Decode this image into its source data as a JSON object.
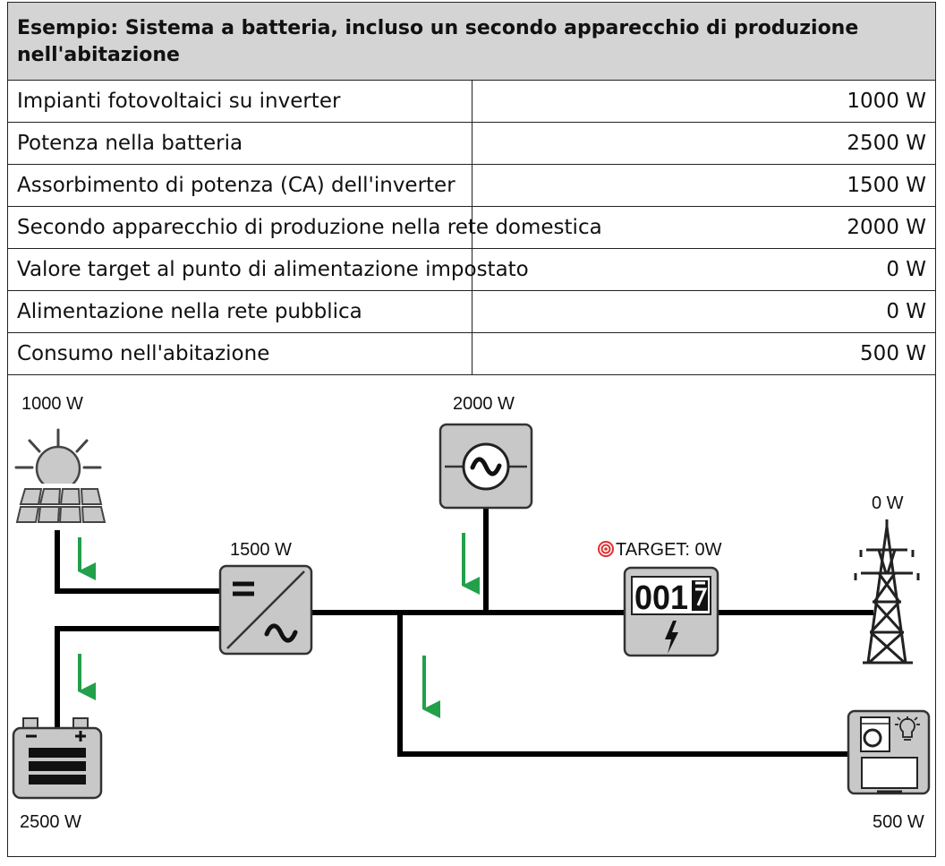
{
  "table": {
    "title": "Esempio: Sistema a batteria, incluso un secondo apparecchio di produzione nell'abitazione",
    "rows": [
      {
        "label": "Impianti fotovoltaici su inverter",
        "value": "1000 W"
      },
      {
        "label": "Potenza nella batteria",
        "value": "2500 W"
      },
      {
        "label": "Assorbimento di potenza (CA) dell'inverter",
        "value": "1500 W"
      },
      {
        "label": "Secondo apparecchio di produzione nella rete domestica",
        "value": "2000 W"
      },
      {
        "label": "Valore target al punto di alimentazione impostato",
        "value": "0 W"
      },
      {
        "label": "Alimentazione nella rete pubblica",
        "value": "0 W"
      },
      {
        "label": "Consumo nell'abitazione",
        "value": "500 W"
      }
    ]
  },
  "diagram": {
    "pv_label": "1000 W",
    "second_producer_label": "2000 W",
    "inverter_label": "1500 W",
    "target_label": "TARGET: 0W",
    "grid_label": "0 W",
    "battery_label": "2500 W",
    "consumer_label": "500 W",
    "meter_digits": "001",
    "colors": {
      "line": "#000000",
      "arrow": "#22a04a",
      "device": "#c8c8c8",
      "target": "#e03030"
    }
  }
}
